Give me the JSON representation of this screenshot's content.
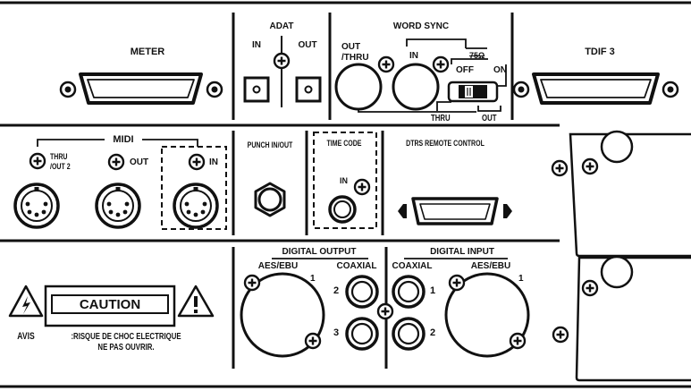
{
  "sections": {
    "meter": {
      "title": "METER"
    },
    "adat": {
      "title": "ADAT",
      "in": "IN",
      "out": "OUT"
    },
    "word_sync": {
      "title": "WORD SYNC",
      "out_thru": "OUT\n/THRU",
      "in": "IN",
      "term": "75Ω",
      "off": "OFF",
      "on": "ON",
      "thru": "THRU",
      "out": "OUT"
    },
    "tdif": {
      "title": "TDIF 3"
    },
    "midi": {
      "title": "MIDI",
      "thru_out2": "THRU\n/OUT 2",
      "out": "OUT",
      "in": "IN"
    },
    "punch": {
      "title": "PUNCH IN/OUT"
    },
    "timecode": {
      "title": "TIME CODE",
      "in": "IN"
    },
    "dtrs": {
      "title": "DTRS REMOTE CONTROL"
    },
    "caution": {
      "label": "CAUTION",
      "avis": "AVIS",
      "line1": ":RISQUE DE CHOC ELECTRIQUE",
      "line2": "NE PAS OUVRIR."
    },
    "digital_output": {
      "title": "DIGITAL OUTPUT",
      "aes": "AES/EBU",
      "coax": "COAXIAL",
      "ch1": "1",
      "ch2": "2",
      "ch3": "3"
    },
    "digital_input": {
      "title": "DIGITAL INPUT",
      "aes": "AES/EBU",
      "coax": "COAXIAL",
      "ch1": "1",
      "ch2": "2",
      "ch3": "1"
    }
  }
}
